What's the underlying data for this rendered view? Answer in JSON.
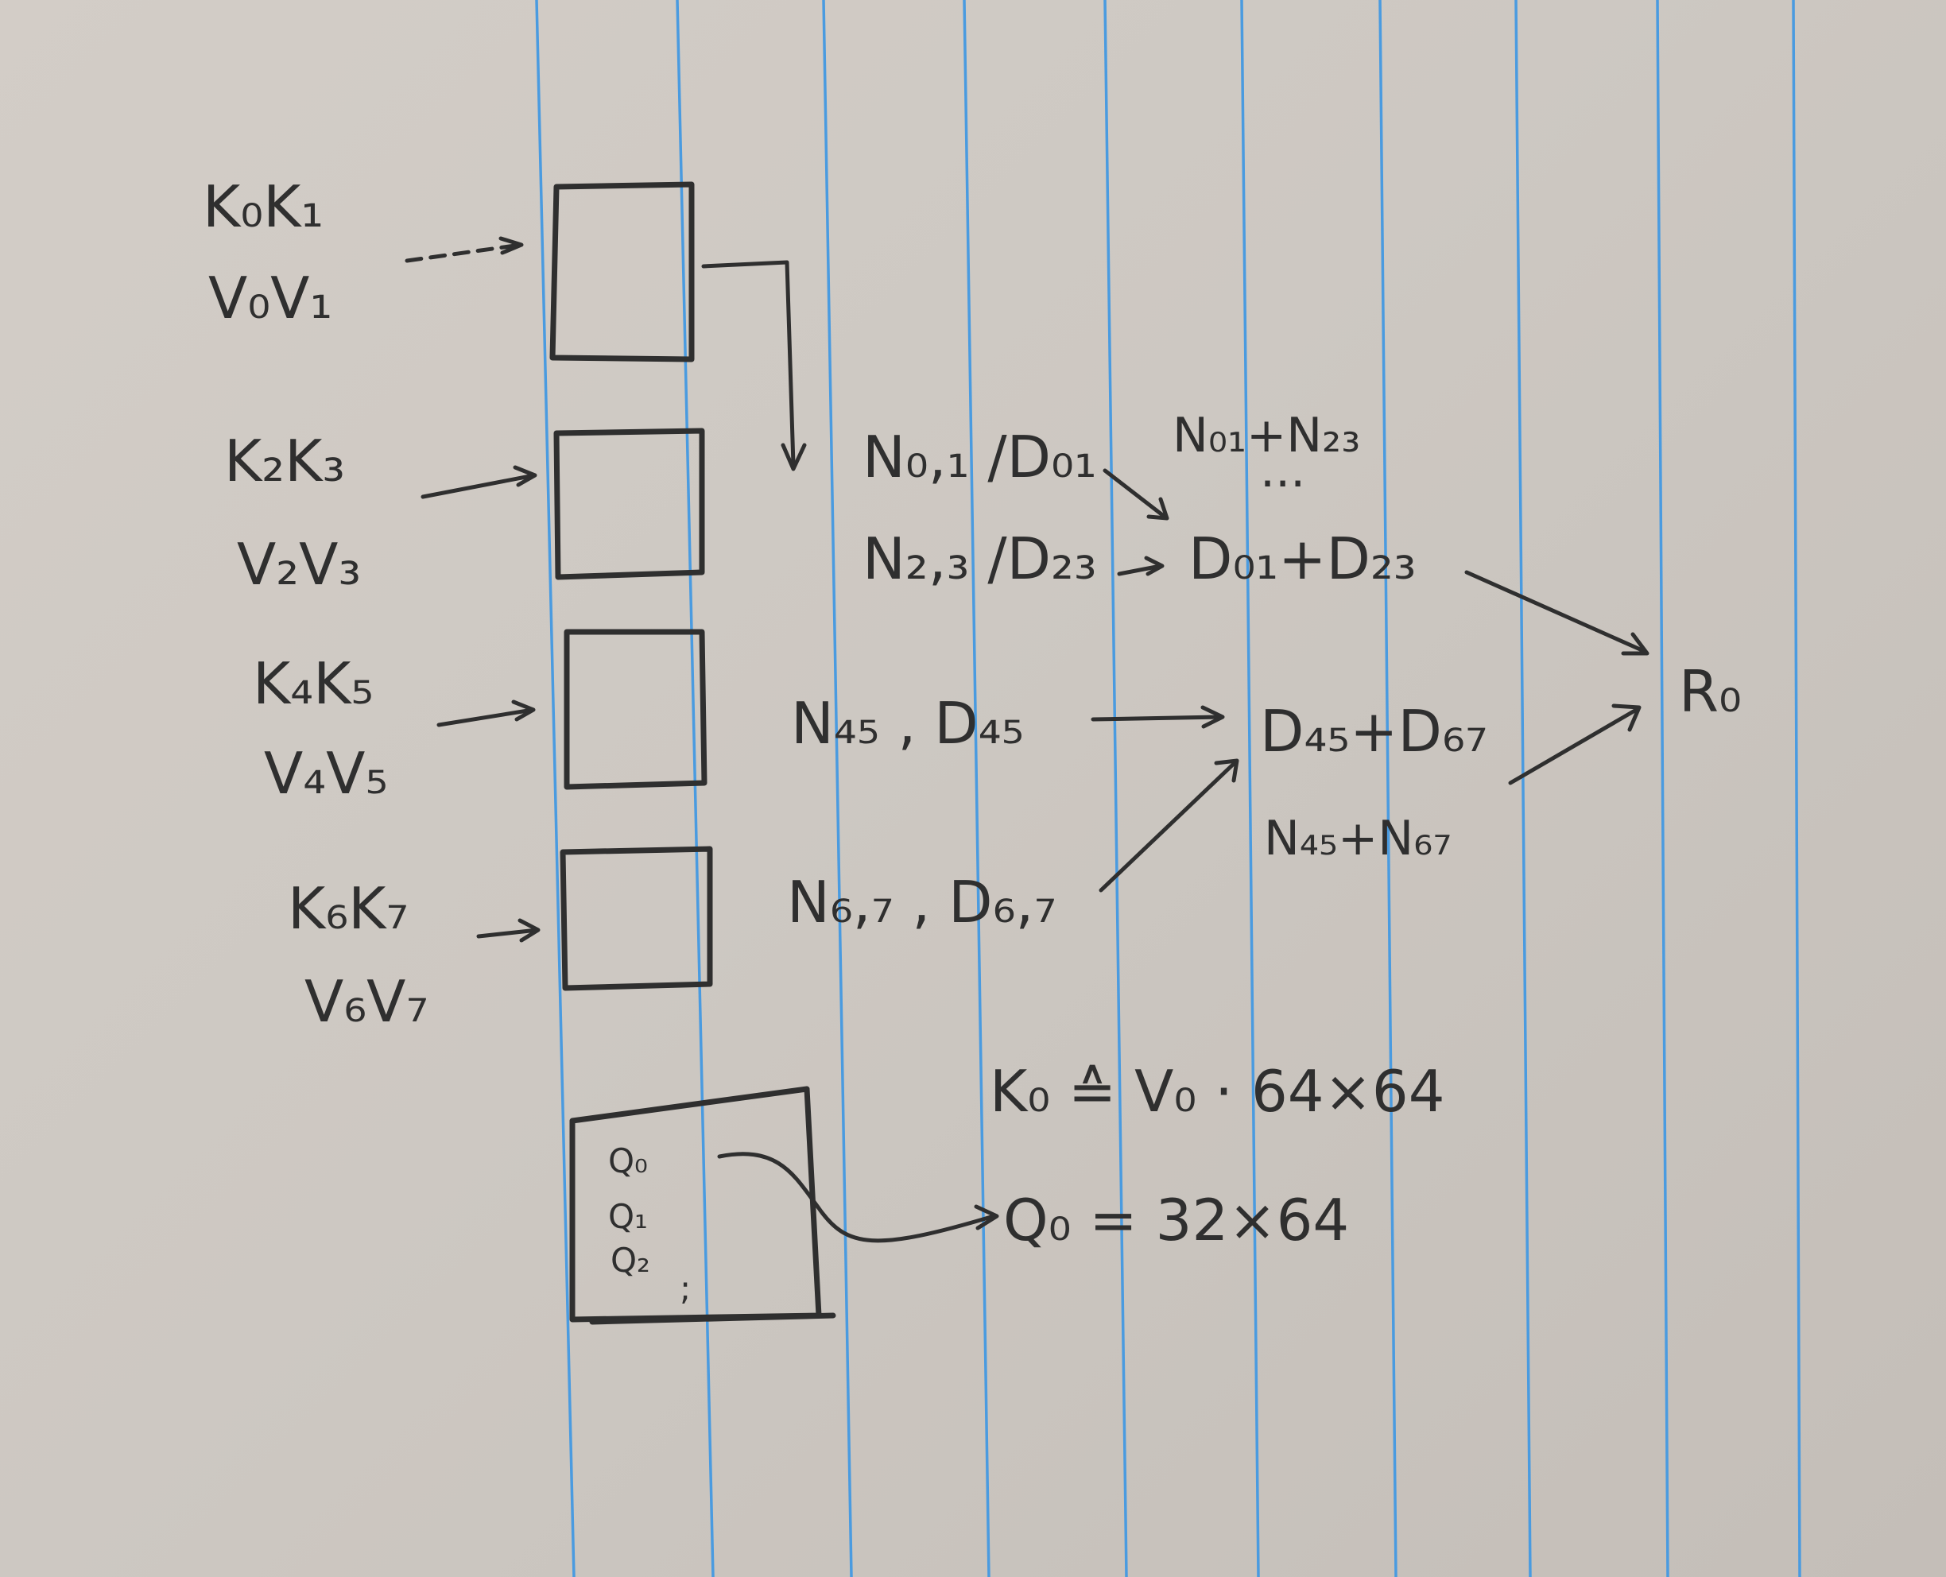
{
  "inputs": [
    {
      "k": "K₀K₁",
      "v": "V₀V₁"
    },
    {
      "k": "K₂K₃",
      "v": "V₂V₃"
    },
    {
      "k": "K₄K₅",
      "v": "V₄V₅"
    },
    {
      "k": "K₆K₇",
      "v": "V₆V₇"
    }
  ],
  "partials": {
    "p01": "N₀,₁ /D₀₁",
    "p23": "N₂,₃ /D₂₃",
    "p45": "N₄₅ , D₄₅",
    "p67": "N₆,₇ , D₆,₇"
  },
  "combined": {
    "n0123": "N₀₁+N₂₃",
    "ellipsis": "...",
    "d0123": "D₀₁+D₂₃",
    "d4567": "D₄₅+D₆₇",
    "n4567": "N₄₅+N₆₇"
  },
  "result": "R₀",
  "queries": [
    "Q₀",
    "Q₁",
    "Q₂",
    ";"
  ],
  "sizes": {
    "kv": "K₀ ≙ V₀ · 64×64",
    "q": "Q₀ = 32×64"
  }
}
